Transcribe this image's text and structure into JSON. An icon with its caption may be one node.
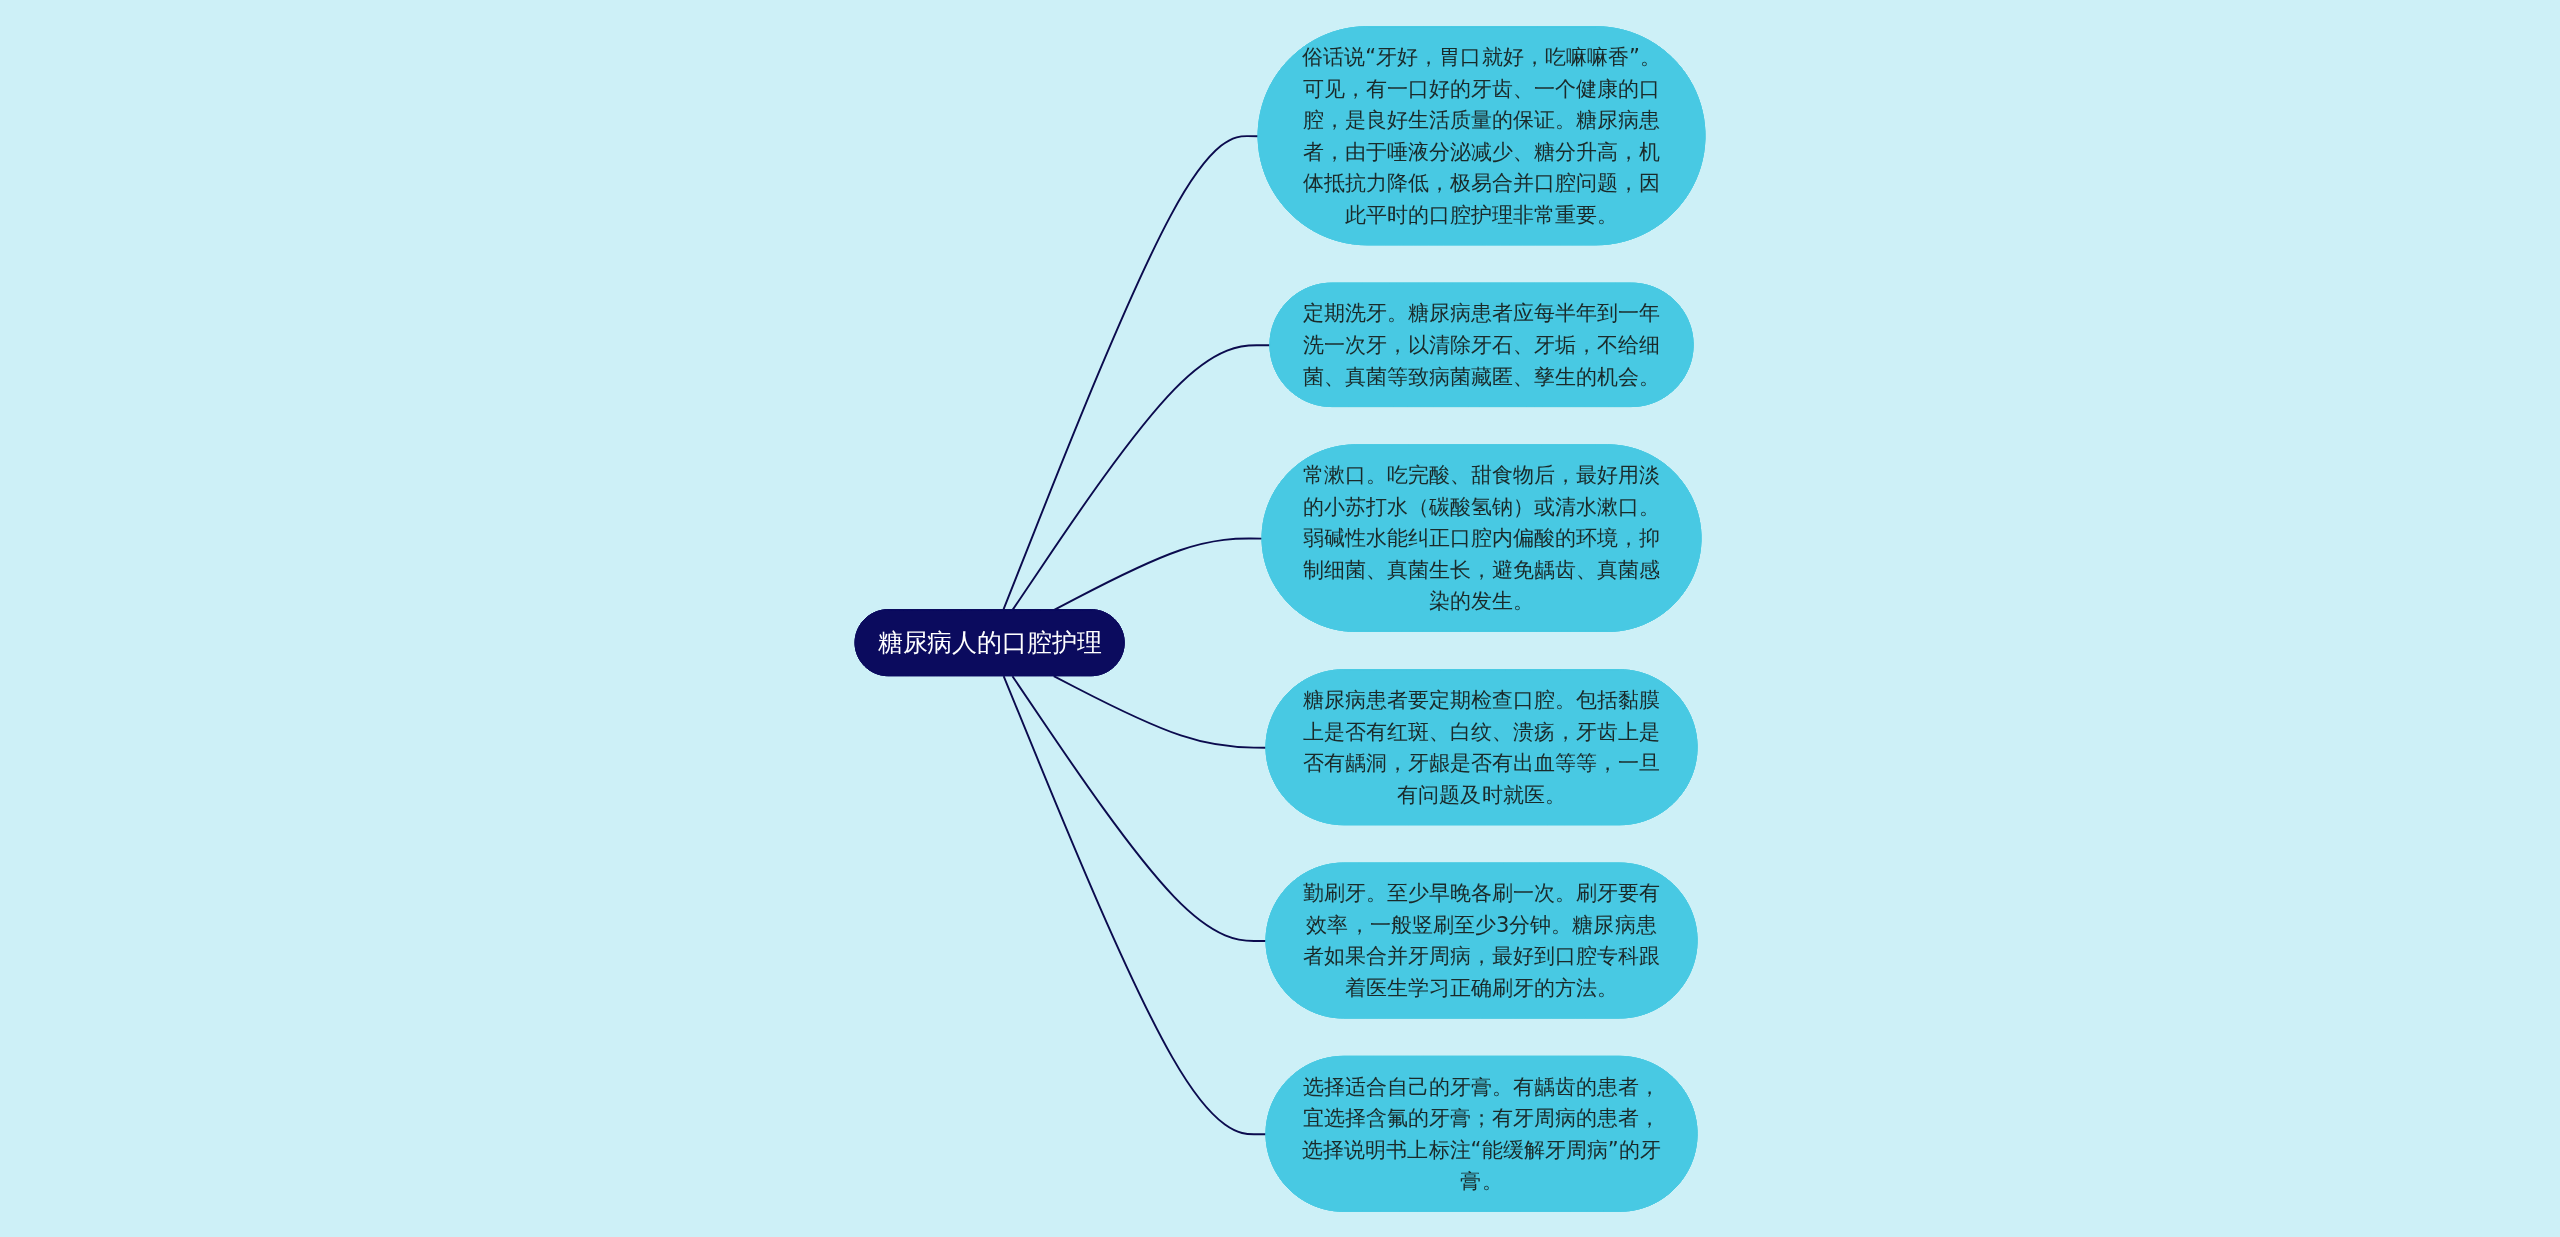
{
  "diagram": {
    "nodes": [
      {
        "text": [
          "糖尿病人的口腔护理"
        ]
      },
      {
        "text": [
          "俗话说“牙好，胃口就好，吃嘛嘛香”。可见，有一口好的牙齿、一个健康的口腔，是良好生活质量的保证。糖尿病患者，由于唾液分泌减少、糖分升高，机体抵抗力降低，极易合并口腔问题，因此平时的口腔护理非常重要。"
        ]
      },
      {
        "text": [
          "定期洗牙。糖尿病患者应每半年到一年洗一次牙，以清除牙石、牙垢，不给细菌、真菌等致病菌藏匿、孳生的机会。"
        ]
      },
      {
        "text": [
          "常漱口。吃完酸、甜食物后，最好用淡的小苏打水（碳酸氢钠）或清水漱口。弱碱性水能纠正口腔内偏酸的环境，抑制细菌、真菌生长，避免龋齿、真菌感染的发生。"
        ]
      },
      {
        "text": [
          "糖尿病患者要定期检查口腔。包括黏膜上是否有红斑、白纹、溃疡，牙齿上是否有龋洞，牙龈是否有出血等等，一旦有问题及时就医。"
        ]
      },
      {
        "text": [
          "勤刷牙。至少早晚各刷一次。刷牙要有效率，一般竖刷至少3分钟。糖尿病患者如果合并牙周病，最好到口腔专科跟着医生学习正确刷牙的方法。"
        ]
      },
      {
        "text": [
          "选择适合自己的牙膏。有龋齿的患者，宜选择含氟的牙膏；有牙周病的患者，选择说明书上标注“能缓解牙周病”的牙膏。"
        ]
      }
    ],
    "edges": [
      {
        "from": 0,
        "to": 1,
        "arrow": "none"
      },
      {
        "from": 0,
        "to": 2,
        "arrow": "none"
      },
      {
        "from": 0,
        "to": 3,
        "arrow": "none"
      },
      {
        "from": 0,
        "to": 4,
        "arrow": "none"
      },
      {
        "from": 0,
        "to": 5,
        "arrow": "none"
      },
      {
        "from": 0,
        "to": 6,
        "arrow": "none"
      }
    ]
  }
}
